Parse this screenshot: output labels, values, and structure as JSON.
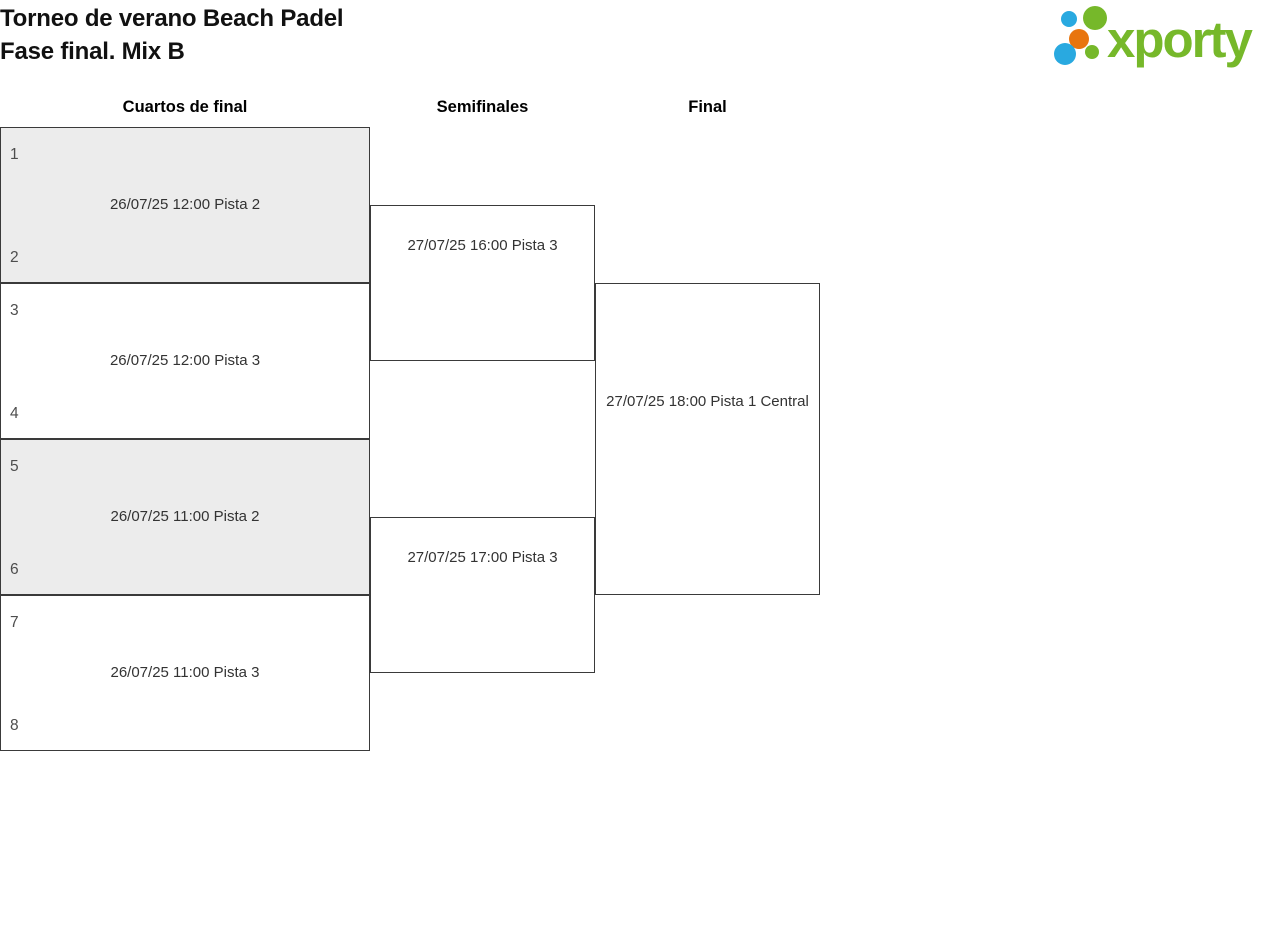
{
  "header": {
    "title_line1": "Torneo de verano Beach Padel",
    "title_line2": "Fase final. Mix B"
  },
  "logo": {
    "text": "xporty"
  },
  "rounds": {
    "quarterfinals_label": "Cuartos de final",
    "semifinals_label": "Semifinales",
    "final_label": "Final"
  },
  "bracket": {
    "quarterfinals": [
      {
        "seed_top": "1",
        "seed_bottom": "2",
        "schedule": "26/07/25 12:00 Pista 2"
      },
      {
        "seed_top": "3",
        "seed_bottom": "4",
        "schedule": "26/07/25 12:00 Pista 3"
      },
      {
        "seed_top": "5",
        "seed_bottom": "6",
        "schedule": "26/07/25 11:00 Pista 2"
      },
      {
        "seed_top": "7",
        "seed_bottom": "8",
        "schedule": "26/07/25 11:00 Pista 3"
      }
    ],
    "semifinals": [
      {
        "schedule": "27/07/25 16:00 Pista 3"
      },
      {
        "schedule": "27/07/25 17:00 Pista 3"
      }
    ],
    "final": {
      "schedule": "27/07/25 18:00 Pista 1 Central"
    }
  },
  "colors": {
    "brand-green": "#76b82a",
    "brand-blue": "#29a9e0",
    "brand-orange": "#e8750e",
    "box-border": "#3a3a3a",
    "box-shaded": "#ececec",
    "text-primary": "#333333",
    "seed-text": "#4d4d4d"
  }
}
